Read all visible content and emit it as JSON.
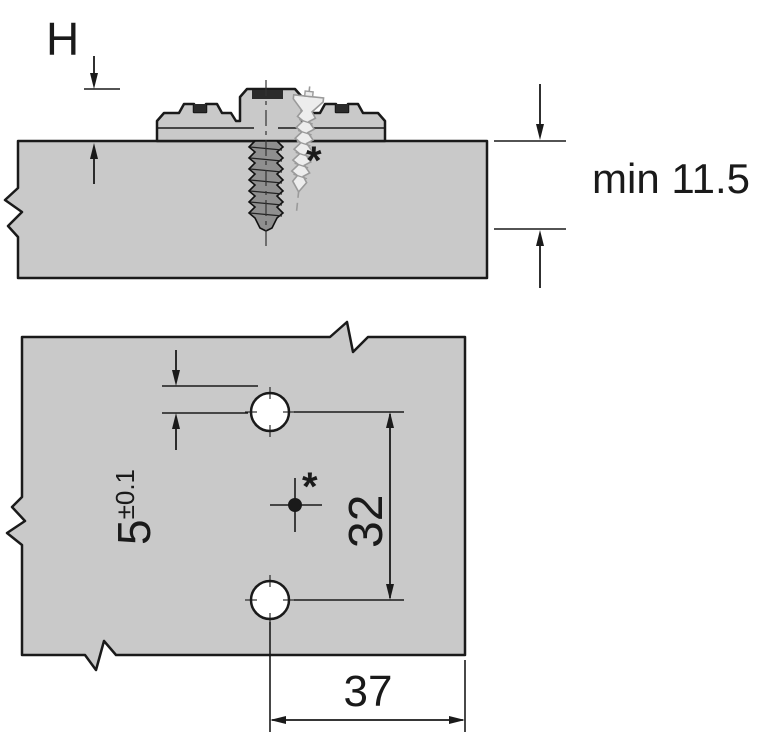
{
  "side_view": {
    "plate_height_label": "H",
    "min_depth_label": "min 11.5",
    "alt_fixing_marker": "*"
  },
  "plan_view": {
    "hole_offset": {
      "value": "5",
      "tolerance": "±0.1"
    },
    "hole_spacing": "32",
    "edge_distance": "37",
    "system_point_marker": "*"
  },
  "colors": {
    "board_fill": "#c9c9c9",
    "plate_fill": "#c9c9c9",
    "line": "#1a1a1a",
    "alt_screw_gray": "#9a9a9a",
    "screw_fill": "#8f8f8f"
  }
}
